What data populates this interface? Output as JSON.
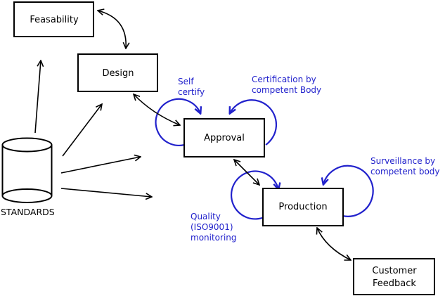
{
  "colors": {
    "annotation_blue": "#2222cc",
    "line_black": "#000000",
    "node_fill": "#ffffff",
    "background": "#ffffff"
  },
  "nodes": {
    "feasability": "Feasability",
    "design": "Design",
    "approval": "Approval",
    "production": "Production",
    "customer_feedback_line1": "Customer",
    "customer_feedback_line2": "Feedback",
    "standards": "STANDARDS"
  },
  "annotations": {
    "self_certify_line1": "Self",
    "self_certify_line2": "certify",
    "certification_line1": "Certification by",
    "certification_line2": "competent Body",
    "surveillance_line1": "Surveillance by",
    "surveillance_line2": "competent body",
    "quality_line1": "Quality",
    "quality_line2": "(ISO9001)",
    "quality_line3": "monitoring"
  }
}
